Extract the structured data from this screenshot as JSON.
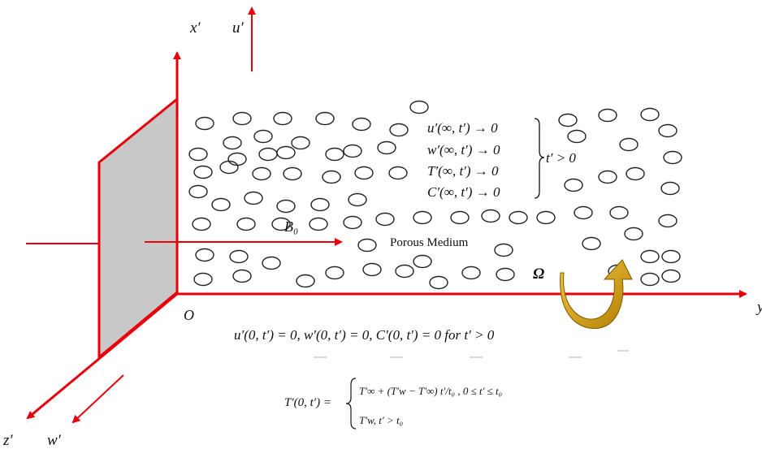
{
  "axes": {
    "x_prime": "x′",
    "u_prime": "u′",
    "z_prime": "z′",
    "w_prime": "w′",
    "y_cut": "y",
    "origin": "O"
  },
  "labels": {
    "magnetic_field": "B₀",
    "porous_medium": "Porous Medium",
    "rotation": "Ω"
  },
  "far_field_conditions": {
    "lines": [
      "u′(∞,  t′) → 0",
      "w′(∞,  t′) → 0",
      "T′(∞,  t′) → 0",
      "C′(∞,  t′) → 0"
    ],
    "condition": "t′ > 0"
  },
  "wall_conditions": {
    "text": "u′(0,  t′) = 0,  w′(0,  t′) = 0,  C′(0,  t′) = 0   for  t′ > 0"
  },
  "temperature_condition": {
    "lhs": "T′(0,  t′) =",
    "case1": "T′∞ + (T′w − T′∞) t′/t₀ ,  0 ≤ t′ ≤ t₀",
    "case2": "T′w,  t′ > t₀"
  },
  "colors": {
    "axis_red": "#e8000b",
    "plate_fill": "#c8c8c8",
    "rotation_arrow": "#d9a400"
  }
}
